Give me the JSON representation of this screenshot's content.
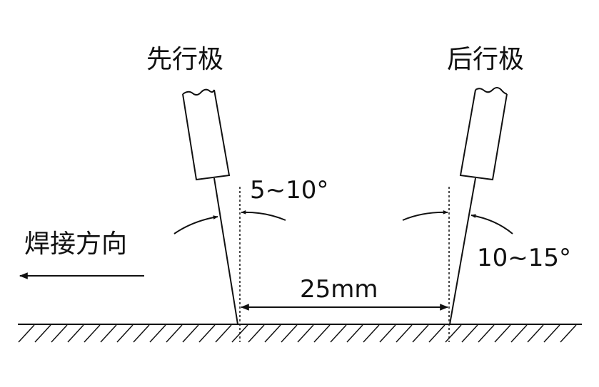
{
  "labels": {
    "leading_electrode": "先行极",
    "trailing_electrode": "后行极",
    "leading_angle": "5~10°",
    "trailing_angle": "10~15°",
    "welding_direction": "焊接方向",
    "spacing": "25mm"
  },
  "colors": {
    "line": "#111111",
    "background": "#ffffff"
  }
}
